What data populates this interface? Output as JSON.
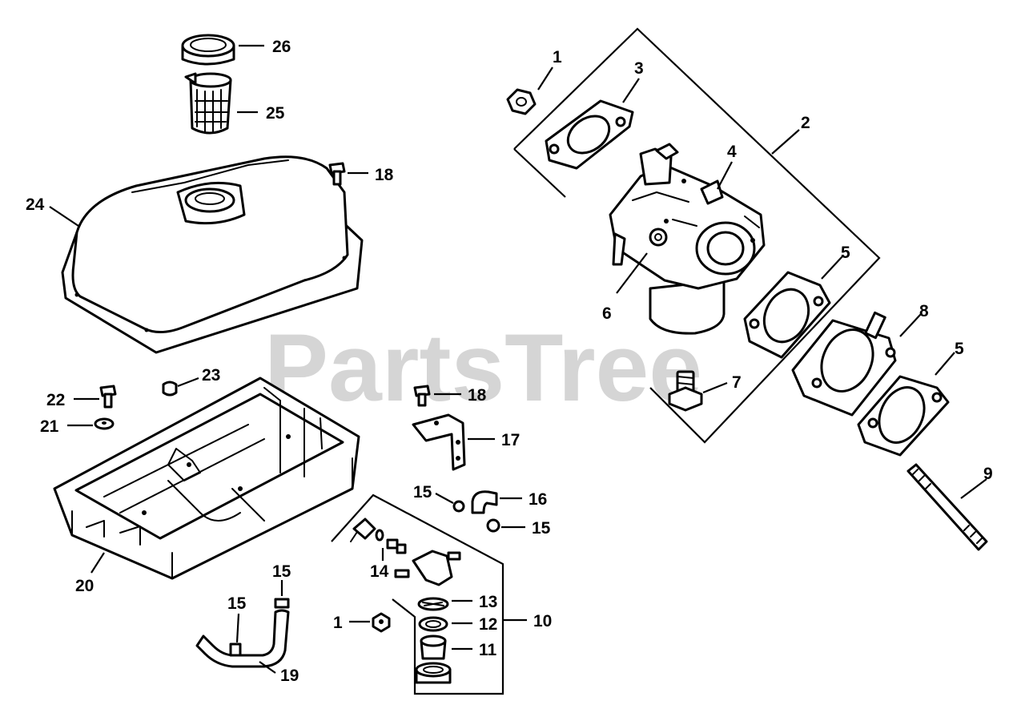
{
  "watermark": "PartsTree",
  "callouts": {
    "c26": "26",
    "c25": "25",
    "c24": "24",
    "c18a": "18",
    "c23": "23",
    "c22": "22",
    "c21": "21",
    "c20": "20",
    "c18b": "18",
    "c17": "17",
    "c15a": "15",
    "c16": "16",
    "c15b": "15",
    "c14": "14",
    "c13": "13",
    "c12": "12",
    "c11": "11",
    "c10": "10",
    "c1b": "1",
    "c15c": "15",
    "c15d": "15",
    "c19": "19",
    "c1a": "1",
    "c3": "3",
    "c2": "2",
    "c4": "4",
    "c5a": "5",
    "c6": "6",
    "c8": "8",
    "c5b": "5",
    "c7": "7",
    "c9": "9"
  }
}
